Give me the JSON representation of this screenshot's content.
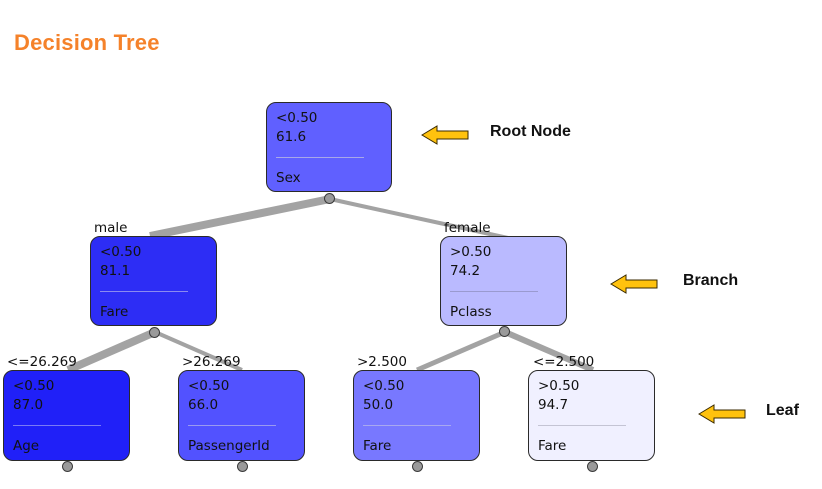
{
  "title": "Decision Tree",
  "colors": {
    "title": "#f5822a",
    "edge": "#a3a3a3",
    "arrow_fill": "#ffc20e",
    "arrow_stroke": "#3a2a00"
  },
  "nodes": {
    "root": {
      "prediction": "<0.50",
      "confidence": "61.6",
      "attribute": "Sex",
      "fill": "#6060ff",
      "sep": "#a8a8e8"
    },
    "male": {
      "prediction": "<0.50",
      "confidence": "81.1",
      "attribute": "Fare",
      "fill": "#2d2df5",
      "sep": "#8a8af0"
    },
    "female": {
      "prediction": ">0.50",
      "confidence": "74.2",
      "attribute": "Pclass",
      "fill": "#babaff",
      "sep": "#9a9ad0"
    },
    "leaf1": {
      "prediction": "<0.50",
      "confidence": "87.0",
      "attribute": "Age",
      "fill": "#2020f8",
      "sep": "#7a7af5"
    },
    "leaf2": {
      "prediction": "<0.50",
      "confidence": "66.0",
      "attribute": "PassengerId",
      "fill": "#5252ff",
      "sep": "#9a9af0"
    },
    "leaf3": {
      "prediction": "<0.50",
      "confidence": "50.0",
      "attribute": "Fare",
      "fill": "#7878ff",
      "sep": "#a8a8f0"
    },
    "leaf4": {
      "prediction": ">0.50",
      "confidence": "94.7",
      "attribute": "Fare",
      "fill": "#f0f0ff",
      "sep": "#c4c4d4"
    }
  },
  "edge_labels": {
    "male": "male",
    "female": "female",
    "le_26": "<=26.269",
    "gt_26": ">26.269",
    "gt_2_5": ">2.500",
    "le_2_5": "<=2.500"
  },
  "annotations": {
    "root": "Root Node",
    "branch": "Branch",
    "leaf": "Leaf"
  }
}
